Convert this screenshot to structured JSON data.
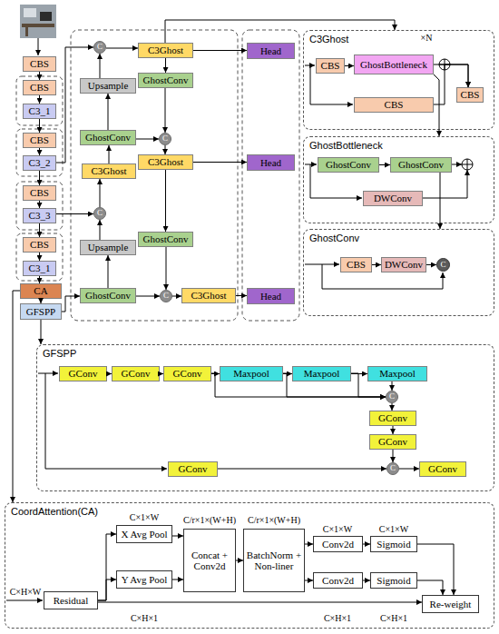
{
  "diagram": {
    "nodes": [
      {
        "text": [
          "CBS"
        ]
      },
      {
        "text": [
          "CBS"
        ]
      },
      {
        "text": [
          "C3_1"
        ]
      },
      {
        "text": [
          "CBS"
        ]
      },
      {
        "text": [
          "C3_2"
        ]
      },
      {
        "text": [
          "CBS"
        ]
      },
      {
        "text": [
          "C3_3"
        ]
      },
      {
        "text": [
          "CBS"
        ]
      },
      {
        "text": [
          "C3_1"
        ]
      },
      {
        "text": [
          "CA"
        ]
      },
      {
        "text": [
          "GFSPP"
        ]
      },
      {
        "text": [
          "C"
        ]
      },
      {
        "text": [
          "C3Ghost"
        ]
      },
      {
        "text": [
          "GhostConv"
        ]
      },
      {
        "text": [
          "Upsample"
        ]
      },
      {
        "text": [
          "GhostConv"
        ]
      },
      {
        "text": [
          "C"
        ]
      },
      {
        "text": [
          "C3Ghost"
        ]
      },
      {
        "text": [
          "C3Ghost"
        ]
      },
      {
        "text": [
          "C"
        ]
      },
      {
        "text": [
          "GhostConv"
        ]
      },
      {
        "text": [
          "Upsample"
        ]
      },
      {
        "text": [
          "GhostConv"
        ]
      },
      {
        "text": [
          "C"
        ]
      },
      {
        "text": [
          "C3Ghost"
        ]
      },
      {
        "text": [
          "Head"
        ]
      },
      {
        "text": [
          "Head"
        ]
      },
      {
        "text": [
          "Head"
        ]
      },
      {
        "text": [
          "C3Ghost"
        ]
      },
      {
        "text": [
          "CBS"
        ],
        "in": 28
      },
      {
        "text": [
          "GhostBottleneck"
        ],
        "in": 28
      },
      {
        "text": [
          "CBS"
        ],
        "in": 28
      },
      {
        "text": [
          "CBS"
        ],
        "in": 28
      },
      {
        "text": [
          "GhostBottleneck"
        ]
      },
      {
        "text": [
          "GhostConv"
        ],
        "in": 33
      },
      {
        "text": [
          "GhostConv"
        ],
        "in": 33
      },
      {
        "text": [
          "DWConv"
        ],
        "in": 33
      },
      {
        "text": [
          "GhostConv"
        ]
      },
      {
        "text": [
          "CBS"
        ],
        "in": 37
      },
      {
        "text": [
          "DWConv"
        ],
        "in": 37
      },
      {
        "text": [
          "C"
        ],
        "in": 37
      },
      {
        "text": [
          "GFSPP"
        ]
      },
      {
        "text": [
          "GConv"
        ],
        "in": 41
      },
      {
        "text": [
          "GConv"
        ],
        "in": 41
      },
      {
        "text": [
          "GConv"
        ],
        "in": 41
      },
      {
        "text": [
          "Maxpool"
        ],
        "in": 41
      },
      {
        "text": [
          "Maxpool"
        ],
        "in": 41
      },
      {
        "text": [
          "Maxpool"
        ],
        "in": 41
      },
      {
        "text": [
          "C"
        ],
        "in": 41
      },
      {
        "text": [
          "GConv"
        ],
        "in": 41
      },
      {
        "text": [
          "GConv"
        ],
        "in": 41
      },
      {
        "text": [
          "GConv"
        ],
        "in": 41
      },
      {
        "text": [
          "C"
        ],
        "in": 41
      },
      {
        "text": [
          "GConv"
        ],
        "in": 41
      },
      {
        "text": [
          "CoordAttention(CA)"
        ]
      },
      {
        "text": [
          "Residual"
        ],
        "in": 54
      },
      {
        "text": [
          "X Avg Pool"
        ],
        "in": 54
      },
      {
        "text": [
          "Y Avg Pool"
        ],
        "in": 54
      },
      {
        "text": [
          "Concat + Conv2d"
        ],
        "in": 54
      },
      {
        "text": [
          "BatchNorm + Non-liner"
        ],
        "in": 54
      },
      {
        "text": [
          "Conv2d"
        ],
        "in": 54
      },
      {
        "text": [
          "Conv2d"
        ],
        "in": 54
      },
      {
        "text": [
          "Sigmoid"
        ],
        "in": 54
      },
      {
        "text": [
          "Sigmoid"
        ],
        "in": 54
      },
      {
        "text": [
          "Re-weight"
        ],
        "in": 54
      }
    ],
    "edges": [
      {
        "from": 0,
        "to": 1,
        "arrow": "to"
      },
      {
        "from": 1,
        "to": 2,
        "arrow": "to"
      },
      {
        "from": 2,
        "to": 3,
        "arrow": "to"
      },
      {
        "from": 3,
        "to": 4,
        "arrow": "to"
      },
      {
        "from": 4,
        "to": 5,
        "arrow": "to"
      },
      {
        "from": 5,
        "to": 6,
        "arrow": "to"
      },
      {
        "from": 6,
        "to": 7,
        "arrow": "to"
      },
      {
        "from": 7,
        "to": 8,
        "arrow": "to"
      },
      {
        "from": 8,
        "to": 9,
        "arrow": "to"
      },
      {
        "from": 9,
        "to": 10,
        "arrow": "to"
      },
      {
        "from": 4,
        "to": 11,
        "arrow": "to"
      },
      {
        "from": 11,
        "to": 12,
        "arrow": "to"
      },
      {
        "from": 12,
        "to": 25,
        "arrow": "to"
      },
      {
        "from": 12,
        "to": 13,
        "arrow": "to"
      },
      {
        "from": 14,
        "to": 11,
        "arrow": "to"
      },
      {
        "from": 15,
        "to": 14,
        "arrow": "to"
      },
      {
        "from": 13,
        "to": 16,
        "arrow": "to"
      },
      {
        "from": 15,
        "to": 16,
        "arrow": "to"
      },
      {
        "from": 16,
        "to": 17,
        "arrow": "to"
      },
      {
        "from": 18,
        "to": 15,
        "arrow": "to"
      },
      {
        "from": 19,
        "to": 18,
        "arrow": "to"
      },
      {
        "from": 6,
        "to": 19,
        "arrow": "to"
      },
      {
        "from": 21,
        "to": 19,
        "arrow": "to"
      },
      {
        "from": 22,
        "to": 21,
        "arrow": "to"
      },
      {
        "from": 17,
        "to": 26,
        "arrow": "to"
      },
      {
        "from": 17,
        "to": 20,
        "arrow": "to"
      },
      {
        "from": 20,
        "to": 23,
        "arrow": "to"
      },
      {
        "from": 22,
        "to": 23,
        "arrow": "to"
      },
      {
        "from": 23,
        "to": 24,
        "arrow": "to"
      },
      {
        "from": 24,
        "to": 27,
        "arrow": "to"
      },
      {
        "from": 10,
        "to": 22,
        "arrow": "to"
      },
      {
        "from": 12,
        "to": 28,
        "arrow": "to"
      },
      {
        "from": 30,
        "to": 33,
        "arrow": "to"
      },
      {
        "from": 35,
        "to": 37,
        "arrow": "to"
      },
      {
        "from": 10,
        "to": 41,
        "arrow": "to"
      },
      {
        "from": 9,
        "to": 54,
        "arrow": "to"
      },
      {
        "from": 29,
        "to": 30,
        "arrow": "to"
      },
      {
        "from": 30,
        "to": 32,
        "arrow": "to"
      },
      {
        "from": 31,
        "to": 32,
        "arrow": "to"
      },
      {
        "from": 34,
        "to": 35,
        "arrow": "to"
      },
      {
        "from": 38,
        "to": 39,
        "arrow": "to"
      },
      {
        "from": 39,
        "to": 40,
        "arrow": "to"
      },
      {
        "from": 42,
        "to": 43,
        "arrow": "to"
      },
      {
        "from": 43,
        "to": 44,
        "arrow": "to"
      },
      {
        "from": 44,
        "to": 45,
        "arrow": "to"
      },
      {
        "from": 45,
        "to": 46,
        "arrow": "to"
      },
      {
        "from": 46,
        "to": 47,
        "arrow": "to"
      },
      {
        "from": 47,
        "to": 48,
        "arrow": "to"
      },
      {
        "from": 44,
        "to": 48,
        "arrow": "to"
      },
      {
        "from": 45,
        "to": 48,
        "arrow": "to"
      },
      {
        "from": 46,
        "to": 48,
        "arrow": "to"
      },
      {
        "from": 48,
        "to": 49,
        "arrow": "to"
      },
      {
        "from": 49,
        "to": 50,
        "arrow": "to"
      },
      {
        "from": 50,
        "to": 52,
        "arrow": "to"
      },
      {
        "from": 51,
        "to": 52,
        "arrow": "to"
      },
      {
        "from": 52,
        "to": 53,
        "arrow": "to"
      },
      {
        "from": 55,
        "to": 56,
        "arrow": "to"
      },
      {
        "from": 55,
        "to": 57,
        "arrow": "to"
      },
      {
        "from": 55,
        "to": 64,
        "arrow": "to"
      },
      {
        "from": 56,
        "to": 58,
        "arrow": "to"
      },
      {
        "from": 57,
        "to": 58,
        "arrow": "to"
      },
      {
        "from": 58,
        "to": 59,
        "arrow": "to"
      },
      {
        "from": 59,
        "to": 60,
        "arrow": "to"
      },
      {
        "from": 59,
        "to": 61,
        "arrow": "to"
      },
      {
        "from": 60,
        "to": 62,
        "arrow": "to"
      },
      {
        "from": 61,
        "to": 63,
        "arrow": "to"
      },
      {
        "from": 62,
        "to": 64,
        "arrow": "to"
      },
      {
        "from": 63,
        "to": 64,
        "arrow": "to"
      }
    ],
    "labels": [
      "×N",
      "C×H×W",
      "C×1×W",
      "C/r×1×(W+H)",
      "C/r×1×(W+H)",
      "C×1×W",
      "C×1×W",
      "C×H×1",
      "C×H×1",
      "C×H×1"
    ]
  }
}
